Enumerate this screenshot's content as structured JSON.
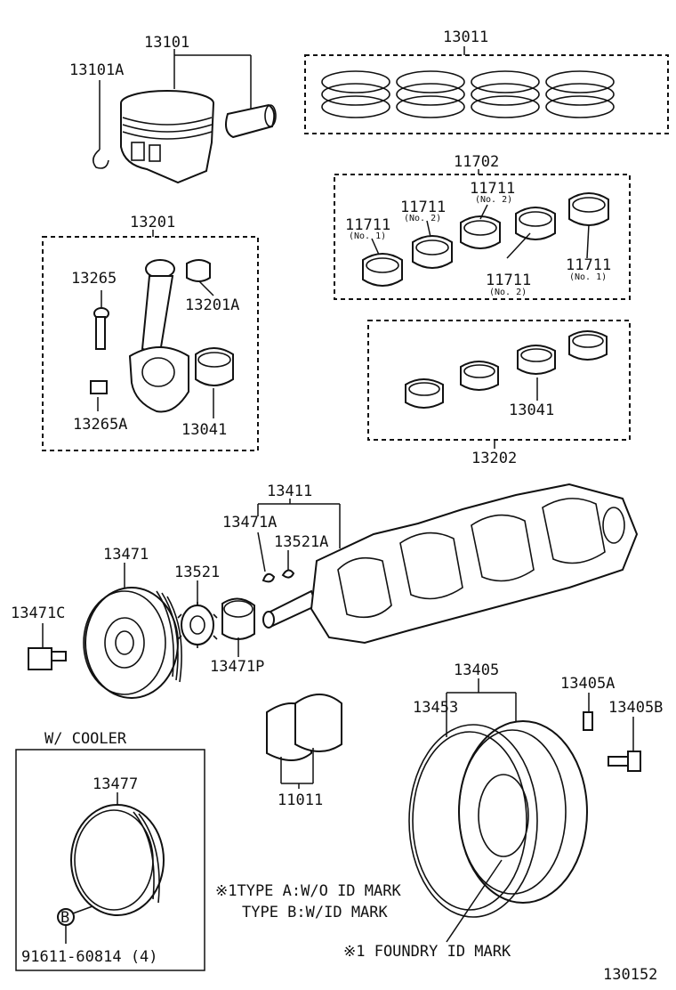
{
  "labels": {
    "p13101": "13101",
    "p13101A": "13101A",
    "p13011": "13011",
    "p11702": "11702",
    "p11711_a": "11711",
    "p11711_a_note": "(No. 1)",
    "p11711_b": "11711",
    "p11711_b_note": "(No. 2)",
    "p11711_c": "11711",
    "p11711_c_note": "(No. 2)",
    "p11711_d": "11711",
    "p11711_d_note": "(No. 2)",
    "p11711_e": "11711",
    "p11711_e_note": "(No. 1)",
    "p13201": "13201",
    "p13265": "13265",
    "p13201A": "13201A",
    "p13265A": "13265A",
    "p13041_a": "13041",
    "p13041_b": "13041",
    "p13202": "13202",
    "p13411": "13411",
    "p13471A": "13471A",
    "p13521A": "13521A",
    "p13471": "13471",
    "p13521": "13521",
    "p13471C": "13471C",
    "p13471P": "13471P",
    "p13405": "13405",
    "p13453": "13453",
    "p13405A": "13405A",
    "p13405B": "13405B",
    "p11011": "11011",
    "w_cooler": "W/ COOLER",
    "p13477": "13477",
    "b_marker": "B",
    "p91611": "91611-60814 (4)",
    "note_type_a": "※1TYPE A:W/O ID MARK",
    "note_type_b": "TYPE B:W/ID MARK",
    "note_foundry": "※1 FOUNDRY ID MARK",
    "diagram_id": "130152"
  }
}
